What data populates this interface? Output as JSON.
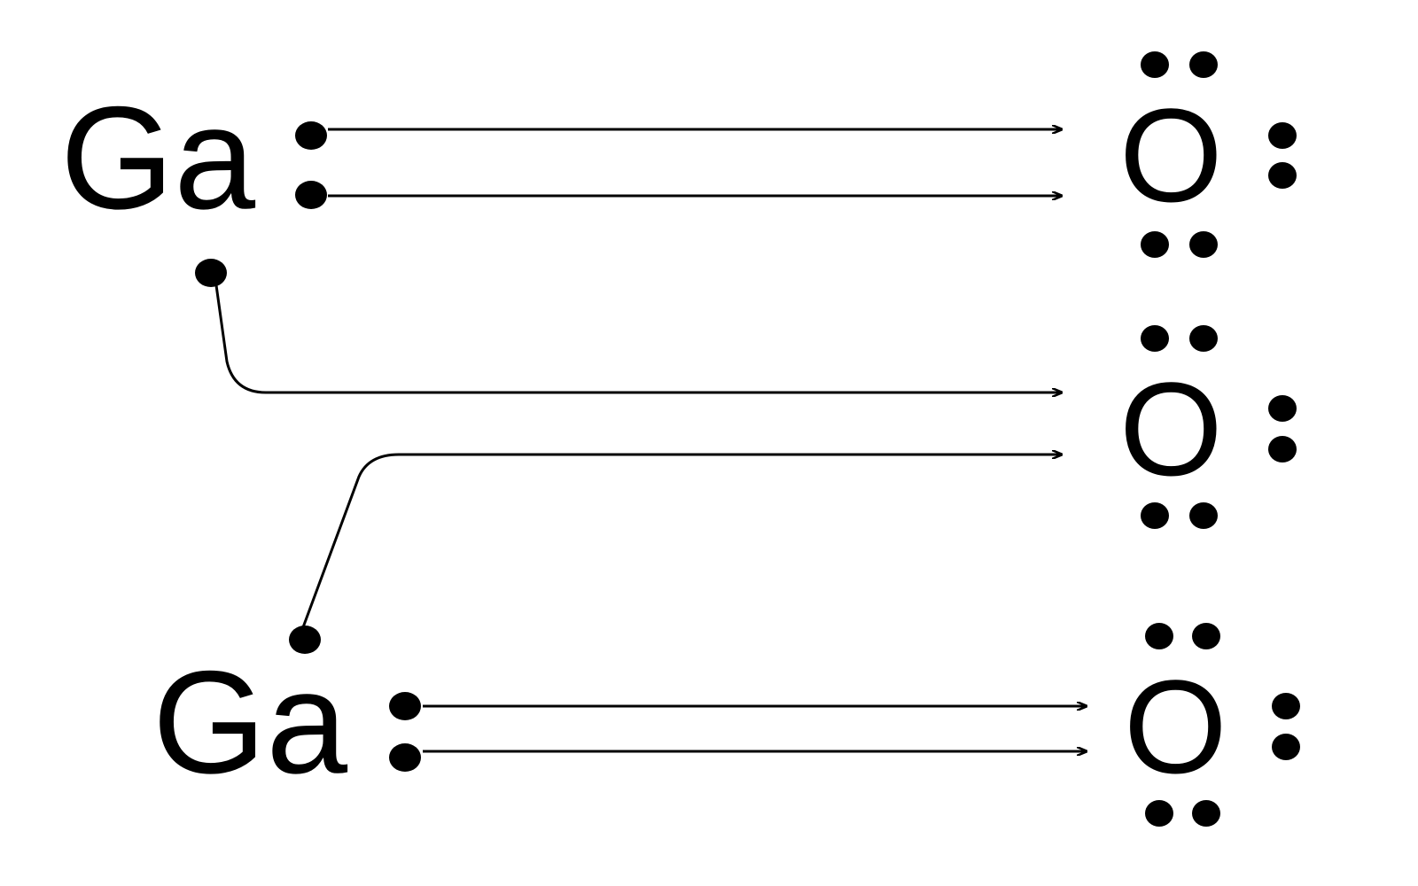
{
  "atoms": {
    "ga_top": {
      "symbol": "Ga"
    },
    "ga_bottom": {
      "symbol": "Ga"
    },
    "o_top": {
      "symbol": "O"
    },
    "o_middle": {
      "symbol": "O"
    },
    "o_bottom": {
      "symbol": "O"
    }
  },
  "transfers": [
    {
      "from": "ga_top",
      "to": "o_top",
      "electrons": 2
    },
    {
      "from": "ga_top",
      "to": "o_middle",
      "electrons": 1
    },
    {
      "from": "ga_bottom",
      "to": "o_middle",
      "electrons": 1
    },
    {
      "from": "ga_bottom",
      "to": "o_bottom",
      "electrons": 2
    }
  ],
  "colors": {
    "ink": "#000000",
    "background": "#ffffff"
  }
}
